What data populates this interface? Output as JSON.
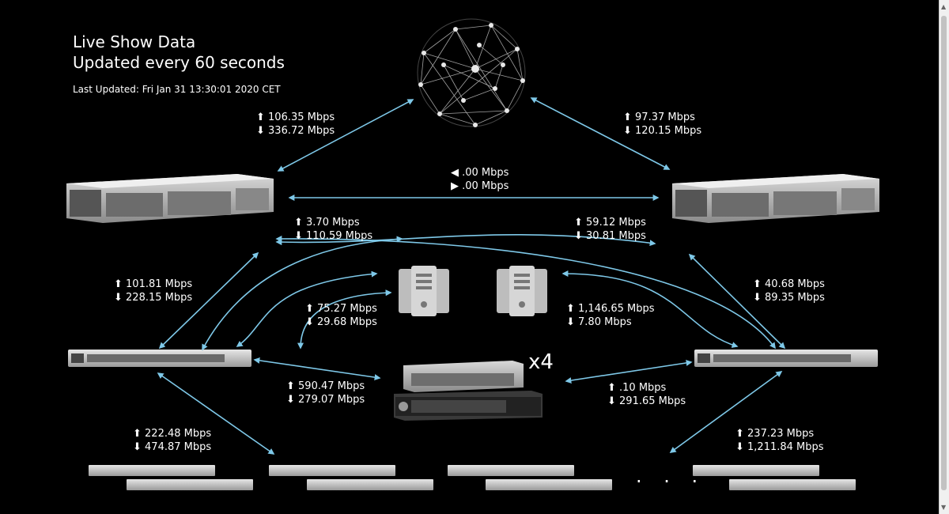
{
  "header": {
    "title_line1": "Live Show Data",
    "title_line2": "Updated every 60 seconds",
    "last_updated": "Last Updated: Fri Jan 31 13:30:01 2020 CET"
  },
  "colors": {
    "background": "#000000",
    "link": "#7ec8e8",
    "text": "#ffffff"
  },
  "icons": {
    "internet": "globe-network-icon",
    "router": "router-chassis-icon",
    "switch": "switch-icon",
    "server": "server-icon",
    "appliance": "appliance-icon"
  },
  "links": [
    {
      "id": "internet-router-left",
      "up": "⬆ 106.35 Mbps",
      "down": "⬇ 336.72 Mbps"
    },
    {
      "id": "internet-router-right",
      "up": "⬆ 97.37 Mbps",
      "down": "⬇ 120.15 Mbps"
    },
    {
      "id": "router-router",
      "up": "◀ .00 Mbps",
      "down": "▶ .00 Mbps"
    },
    {
      "id": "router-left-cross",
      "up": "⬆ 3.70 Mbps",
      "down": "⬇ 110.59 Mbps"
    },
    {
      "id": "router-right-cross",
      "up": "⬆ 59.12 Mbps",
      "down": "⬇ 30.81 Mbps"
    },
    {
      "id": "router-left-switch-left",
      "up": "⬆ 101.81 Mbps",
      "down": "⬇ 228.15 Mbps"
    },
    {
      "id": "router-right-switch-right",
      "up": "⬆ 40.68 Mbps",
      "down": "⬇ 89.35 Mbps"
    },
    {
      "id": "switch-left-server-left",
      "up": "⬆ 75.27 Mbps",
      "down": "⬇ 29.68 Mbps"
    },
    {
      "id": "switch-right-server-right",
      "up": "⬆ 1,146.65 Mbps",
      "down": "⬇ 7.80 Mbps"
    },
    {
      "id": "switch-left-appliance",
      "up": "⬆ 590.47 Mbps",
      "down": "⬇ 279.07 Mbps"
    },
    {
      "id": "switch-right-appliance",
      "up": "⬆ .10 Mbps",
      "down": "⬇ 291.65 Mbps"
    },
    {
      "id": "switch-left-access",
      "up": "⬆ 222.48 Mbps",
      "down": "⬇ 474.87 Mbps"
    },
    {
      "id": "switch-right-access",
      "up": "⬆ 237.23 Mbps",
      "down": "⬇ 1,211.84 Mbps"
    }
  ],
  "appliance_count": "x4",
  "more_indicator": ". . ."
}
